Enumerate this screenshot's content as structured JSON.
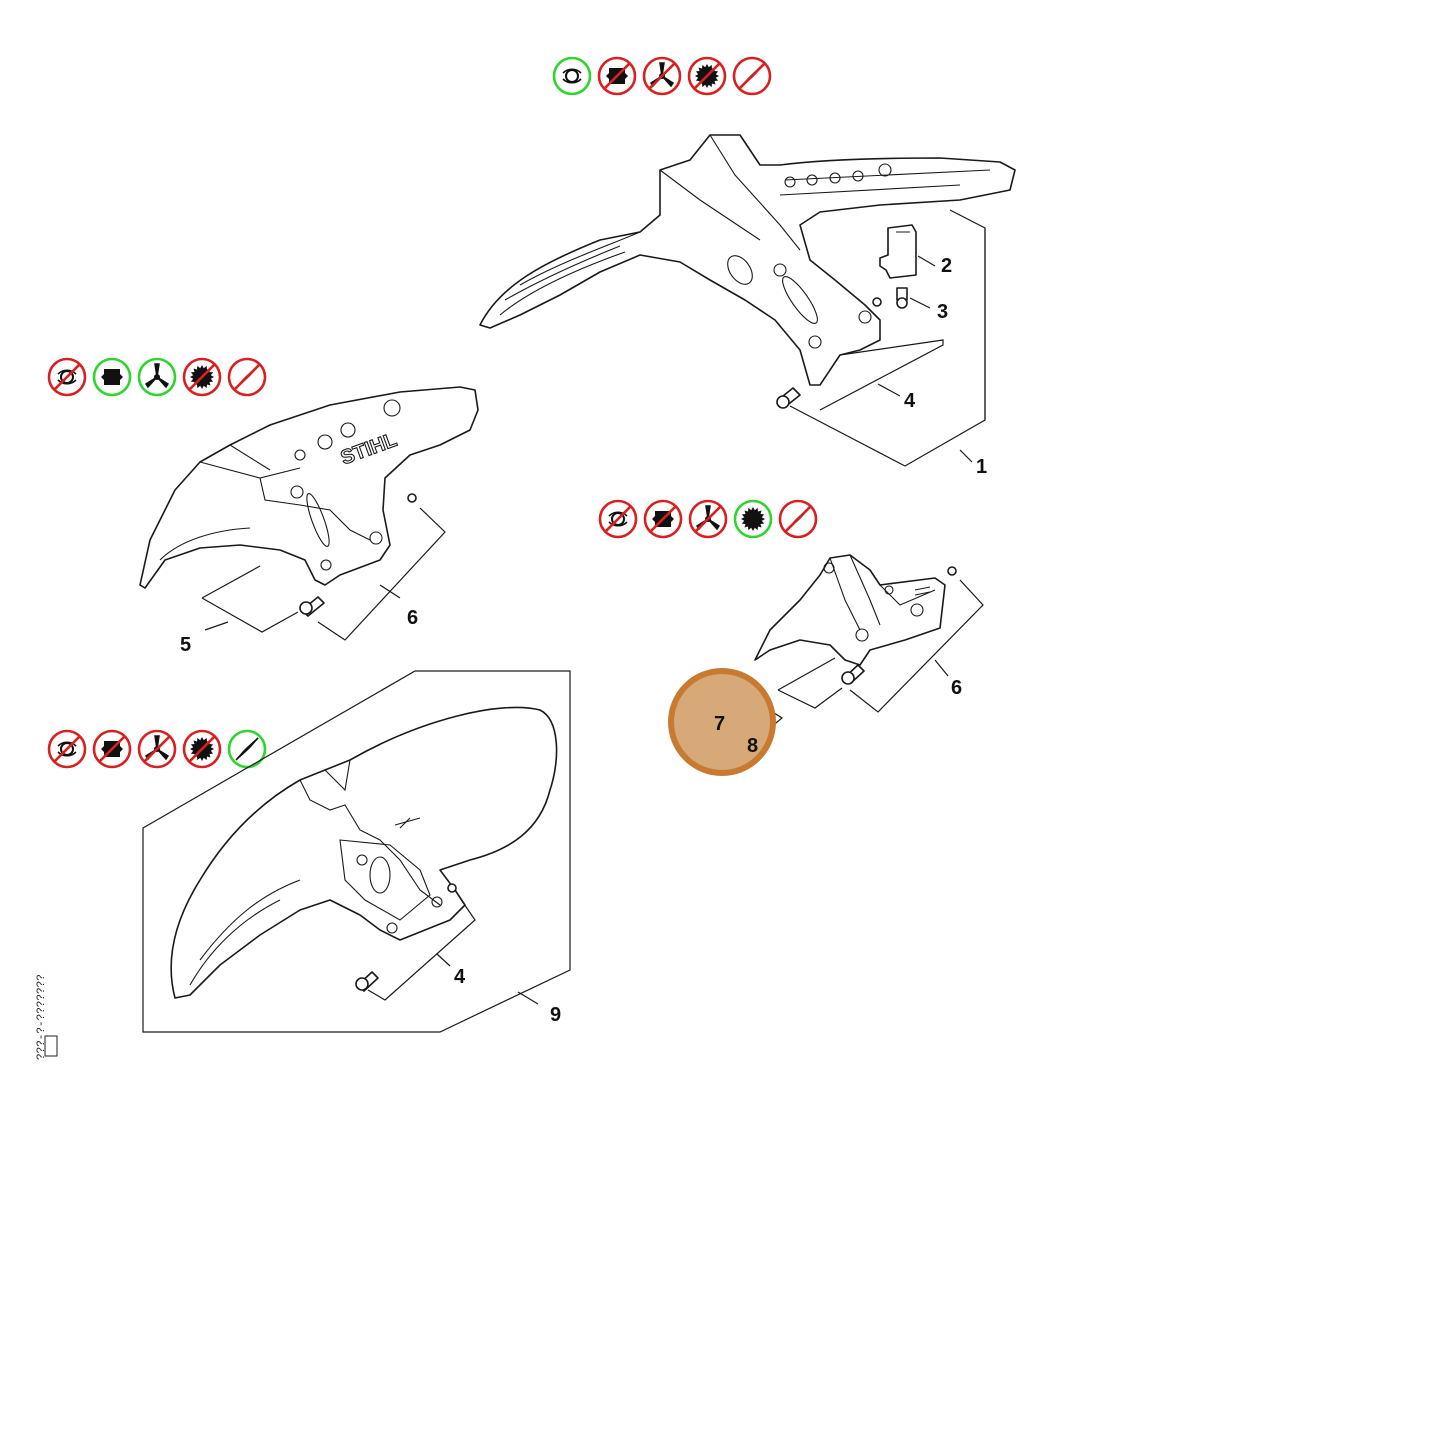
{
  "colors": {
    "allowed": "#2fd52f",
    "forbidden": "#d72020",
    "highlight_fill": "#d7a878",
    "highlight_stroke": "#c87a30",
    "line": "#1a1a1a"
  },
  "symbol_groups": [
    {
      "id": "group-top",
      "symbols": [
        {
          "icon": "trimmer-head-icon",
          "status": "allowed"
        },
        {
          "icon": "polycut-head-icon",
          "status": "forbidden"
        },
        {
          "icon": "three-blade-icon",
          "status": "forbidden"
        },
        {
          "icon": "saw-blade-icon",
          "status": "forbidden"
        },
        {
          "icon": "two-blade-knife-icon",
          "status": "forbidden"
        }
      ]
    },
    {
      "id": "group-left",
      "symbols": [
        {
          "icon": "trimmer-head-icon",
          "status": "forbidden"
        },
        {
          "icon": "polycut-head-icon",
          "status": "allowed"
        },
        {
          "icon": "three-blade-icon",
          "status": "allowed"
        },
        {
          "icon": "saw-blade-icon",
          "status": "forbidden"
        },
        {
          "icon": "two-blade-knife-icon",
          "status": "forbidden"
        }
      ]
    },
    {
      "id": "group-middle",
      "symbols": [
        {
          "icon": "trimmer-head-icon",
          "status": "forbidden"
        },
        {
          "icon": "polycut-head-icon",
          "status": "forbidden"
        },
        {
          "icon": "three-blade-icon",
          "status": "forbidden"
        },
        {
          "icon": "saw-blade-icon",
          "status": "allowed"
        },
        {
          "icon": "two-blade-knife-icon",
          "status": "forbidden"
        }
      ]
    },
    {
      "id": "group-bottom",
      "symbols": [
        {
          "icon": "trimmer-head-icon",
          "status": "forbidden"
        },
        {
          "icon": "polycut-head-icon",
          "status": "forbidden"
        },
        {
          "icon": "three-blade-icon",
          "status": "forbidden"
        },
        {
          "icon": "saw-blade-icon",
          "status": "forbidden"
        },
        {
          "icon": "two-blade-knife-icon",
          "status": "allowed"
        }
      ]
    }
  ],
  "callouts": {
    "c1": "1",
    "c2": "2",
    "c3": "3",
    "c4_top": "4",
    "c4_bottom": "4",
    "c5": "5",
    "c6_left": "6",
    "c6_right": "6",
    "c7": "7",
    "c8": "8",
    "c9": "9"
  },
  "drawing_code": "???-?-???????"
}
